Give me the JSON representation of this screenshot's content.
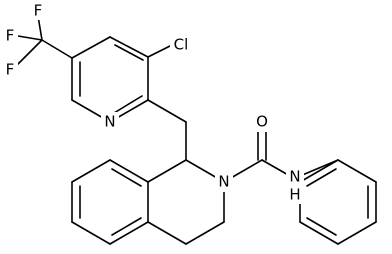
{
  "colors": {
    "bond": "#000000",
    "background": "#ffffff"
  },
  "molecule": {
    "atom_labels": {
      "F1": "F",
      "F2": "F",
      "F3": "F",
      "Cl": "Cl",
      "N_pyridine": "N",
      "O": "O",
      "N_ring": "N",
      "NH": "N",
      "H": "H"
    }
  }
}
